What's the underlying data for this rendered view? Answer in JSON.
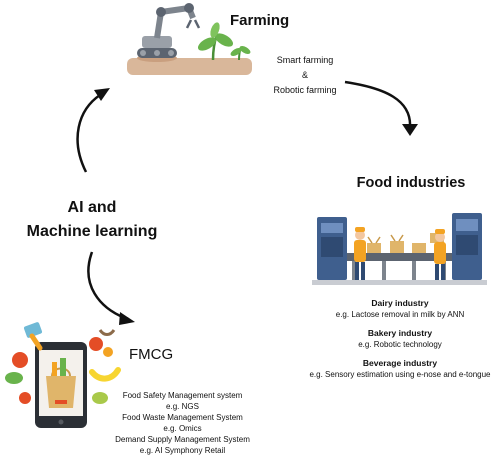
{
  "farming": {
    "title": "Farming",
    "lines": [
      "Smart farming",
      "&",
      "Robotic farming"
    ]
  },
  "center": {
    "line1": "AI and",
    "line2": "Machine learning"
  },
  "food_industries": {
    "title": "Food industries",
    "sectors": [
      {
        "name": "Dairy industry",
        "example": "e.g. Lactose removal in milk by ANN"
      },
      {
        "name": "Bakery industry",
        "example": "e.g. Robotic technology"
      },
      {
        "name": "Beverage industry",
        "example": "e.g. Sensory estimation using e-nose and e-tongue"
      }
    ]
  },
  "fmcg": {
    "title": "FMCG",
    "items": [
      "Food Safety Management system",
      "e.g.  NGS",
      "Food Waste Management System",
      "e.g. Omics",
      "Demand Supply Management System",
      "e.g. AI Symphony Retail"
    ]
  },
  "colors": {
    "arrow": "#111111",
    "robot_gray": "#9aa0a8",
    "soil": "#d9b79a",
    "plant_green": "#69b34c",
    "machine_blue": "#3f5f8e",
    "worker_orange": "#f3a323",
    "phone_dark": "#2b2f35",
    "bag_tan": "#e0b56a"
  },
  "icons": [
    "robot-arm-farm-icon",
    "food-factory-icon",
    "phone-grocery-icon"
  ]
}
